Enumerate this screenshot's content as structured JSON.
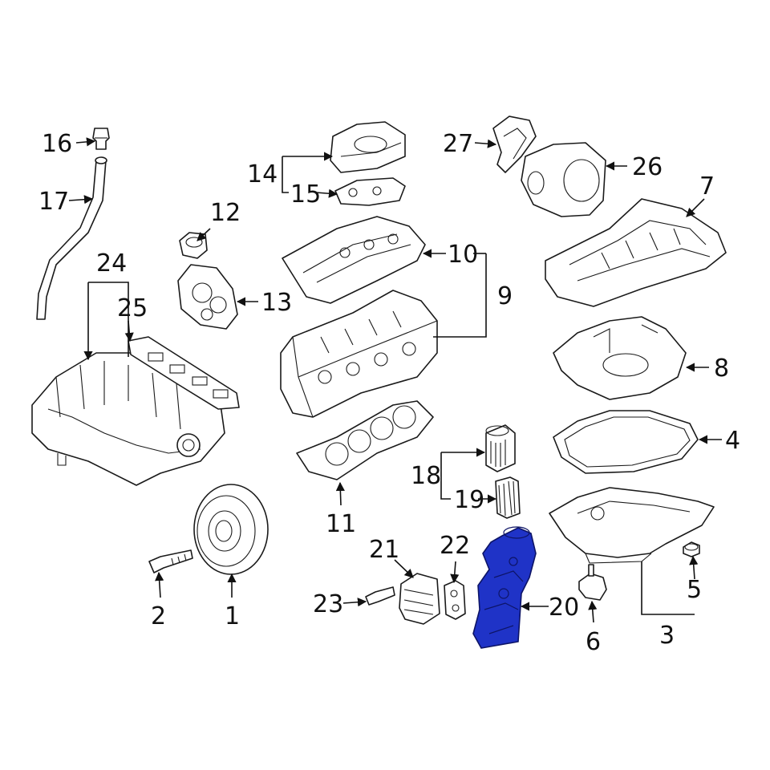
{
  "diagram": {
    "highlight_color": "#1f33c7",
    "highlighted_part": "20",
    "callouts": {
      "c1": "1",
      "c2": "2",
      "c3": "3",
      "c4": "4",
      "c5": "5",
      "c6": "6",
      "c7": "7",
      "c8": "8",
      "c9": "9",
      "c10": "10",
      "c11": "11",
      "c12": "12",
      "c13": "13",
      "c14": "14",
      "c15": "15",
      "c16": "16",
      "c17": "17",
      "c18": "18",
      "c19": "19",
      "c20": "20",
      "c21": "21",
      "c22": "22",
      "c23": "23",
      "c24": "24",
      "c25": "25",
      "c26": "26",
      "c27": "27"
    }
  }
}
